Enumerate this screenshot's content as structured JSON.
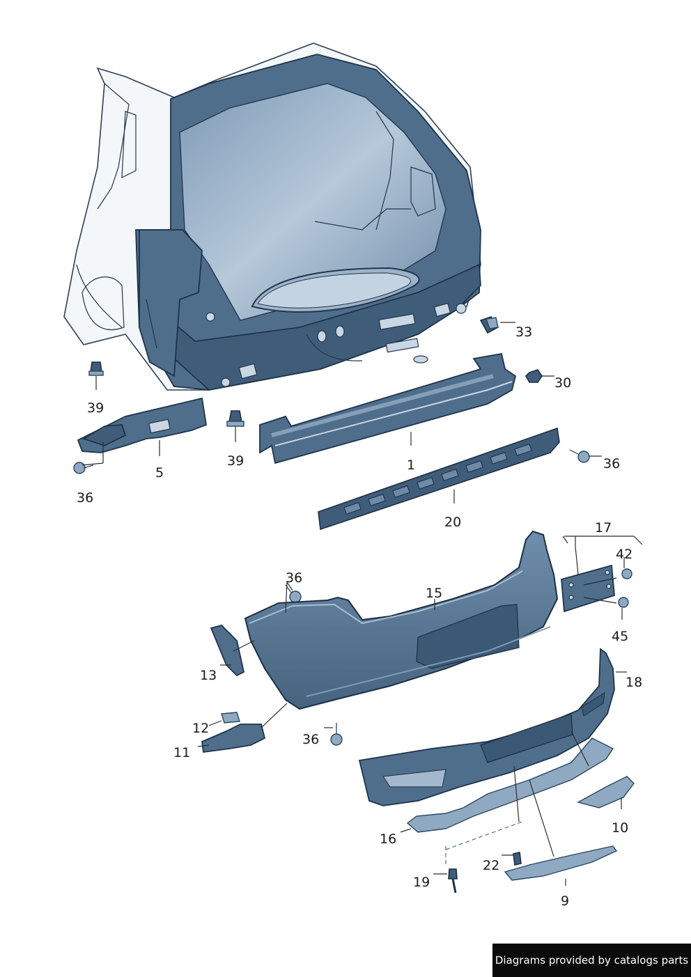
{
  "labels": {
    "p1": "1",
    "p5": "5",
    "p9": "9",
    "p10": "10",
    "p11": "11",
    "p12": "12",
    "p13": "13",
    "p15": "15",
    "p16": "16",
    "p17": "17",
    "p18": "18",
    "p19": "19",
    "p20": "20",
    "p22": "22",
    "p30": "30",
    "p33": "33",
    "p36a": "36",
    "p36b": "36",
    "p36c": "36",
    "p36d": "36",
    "p39a": "39",
    "p39b": "39",
    "p42": "42",
    "p45": "45"
  },
  "credit": "Diagrams provided by catalogs parts",
  "colors": {
    "panel": "#4f6e8c",
    "panel_dark": "#3f5c79",
    "glass": "#9fb6cc",
    "credit_bg": "#0b0b0b"
  }
}
